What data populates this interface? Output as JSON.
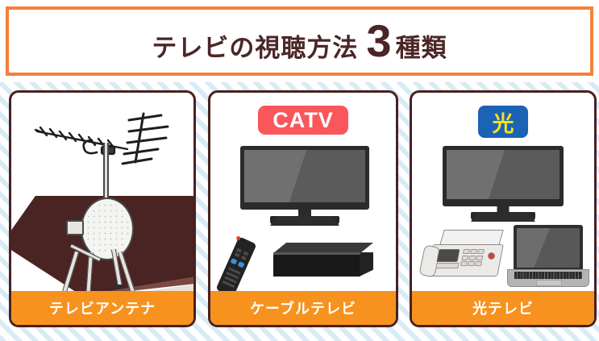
{
  "header": {
    "title_part1": "テレビの視聴方法",
    "title_number": "3",
    "title_part2": "種類",
    "border_color": "#f4803a",
    "text_color": "#4b2626"
  },
  "background": {
    "stripe_color": "#d7ebf5",
    "base_color": "#ffffff"
  },
  "cards": [
    {
      "id": "tv-antenna",
      "label": "テレビアンテナ",
      "badge": null,
      "illustration": "tv-antenna-on-roof",
      "border_color": "#4a2020",
      "label_bg": "#f7921e",
      "label_color": "#ffffff",
      "roof_color": "#4a2323"
    },
    {
      "id": "cable-tv",
      "label": "ケーブルテレビ",
      "badge": {
        "text": "CATV",
        "bg_color": "#f9575c",
        "text_color": "#ffffff"
      },
      "illustration": "television-set-top-box-remote",
      "border_color": "#4a2020",
      "label_bg": "#f7921e",
      "label_color": "#ffffff"
    },
    {
      "id": "hikari-tv",
      "label": "光テレビ",
      "badge": {
        "text": "光",
        "bg_color": "#1a63b5",
        "text_color": "#f5e11e"
      },
      "illustration": "television-fax-laptop",
      "border_color": "#4a2020",
      "label_bg": "#f7921e",
      "label_color": "#ffffff"
    }
  ]
}
